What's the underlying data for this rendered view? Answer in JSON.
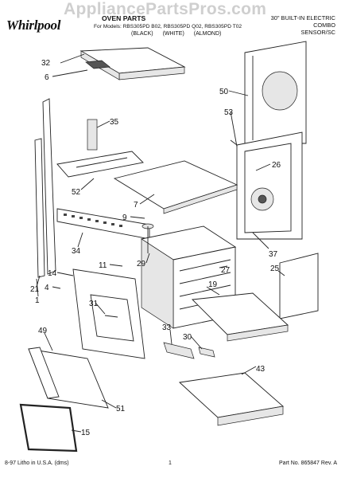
{
  "header": {
    "brand": "Whirlpool",
    "watermark": "AppliancePartsPros.com",
    "title": "OVEN PARTS",
    "models_line": "For Models: RBS305PD B02, RBS305PD Q02, RBS305PD T02",
    "variants": [
      "(BLACK)",
      "(WHITE)",
      "(ALMOND)"
    ],
    "product_line1": "30\" BUILT-IN ELECTRIC",
    "product_line2": "COMBO",
    "product_line3": "SENSOR/SC"
  },
  "callouts": [
    "32",
    "6",
    "35",
    "50",
    "53",
    "26",
    "52",
    "7",
    "9",
    "34",
    "37",
    "25",
    "11",
    "29",
    "27",
    "14",
    "4",
    "31",
    "19",
    "49",
    "33",
    "30",
    "43",
    "51",
    "15",
    "21",
    "1"
  ],
  "footer": {
    "left": "8-97 Litho in U.S.A. (dms)",
    "center": "1",
    "right": "Part No. 865847 Rev. A"
  }
}
